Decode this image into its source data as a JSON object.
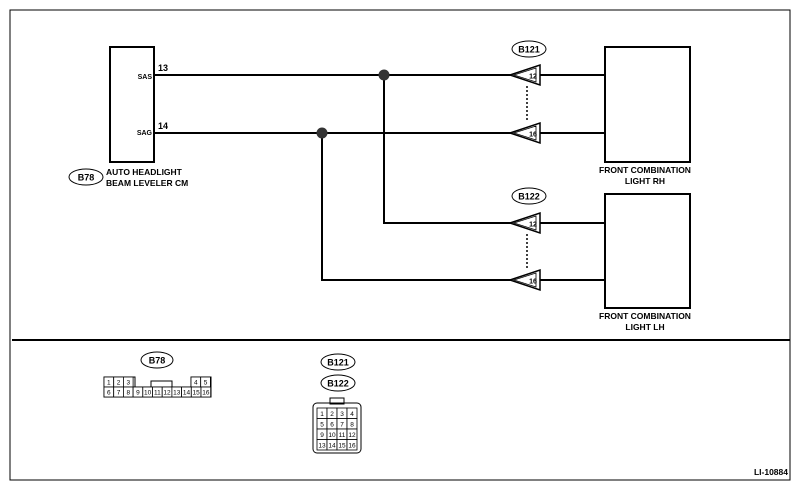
{
  "figure_id": "LI-10884",
  "module": {
    "connector": "B78",
    "name_line1": "AUTO HEADLIGHT",
    "name_line2": "BEAM LEVELER CM",
    "pin_upper": "SAS",
    "pin_lower": "SAG",
    "wire_upper": "13",
    "wire_lower": "14"
  },
  "light_rh": {
    "connector": "B121",
    "line1": "FRONT COMBINATION",
    "line2": "LIGHT RH",
    "term_upper": "12",
    "term_lower": "16"
  },
  "light_lh": {
    "connector": "B122",
    "line1": "FRONT COMBINATION",
    "line2": "LIGHT LH",
    "term_upper": "12",
    "term_lower": "16"
  },
  "connector_views": {
    "b78": {
      "label": "B78",
      "top_row": [
        "1",
        "2",
        "3",
        "4",
        "5"
      ],
      "bottom_row": [
        "6",
        "7",
        "8",
        "9",
        "10",
        "11",
        "12",
        "13",
        "14",
        "15",
        "16"
      ]
    },
    "b121_b122": {
      "label_1": "B121",
      "label_2": "B122",
      "rows": [
        [
          "1",
          "2",
          "3",
          "4"
        ],
        [
          "5",
          "6",
          "7",
          "8"
        ],
        [
          "9",
          "10",
          "11",
          "12"
        ],
        [
          "13",
          "14",
          "15",
          "16"
        ]
      ]
    }
  }
}
